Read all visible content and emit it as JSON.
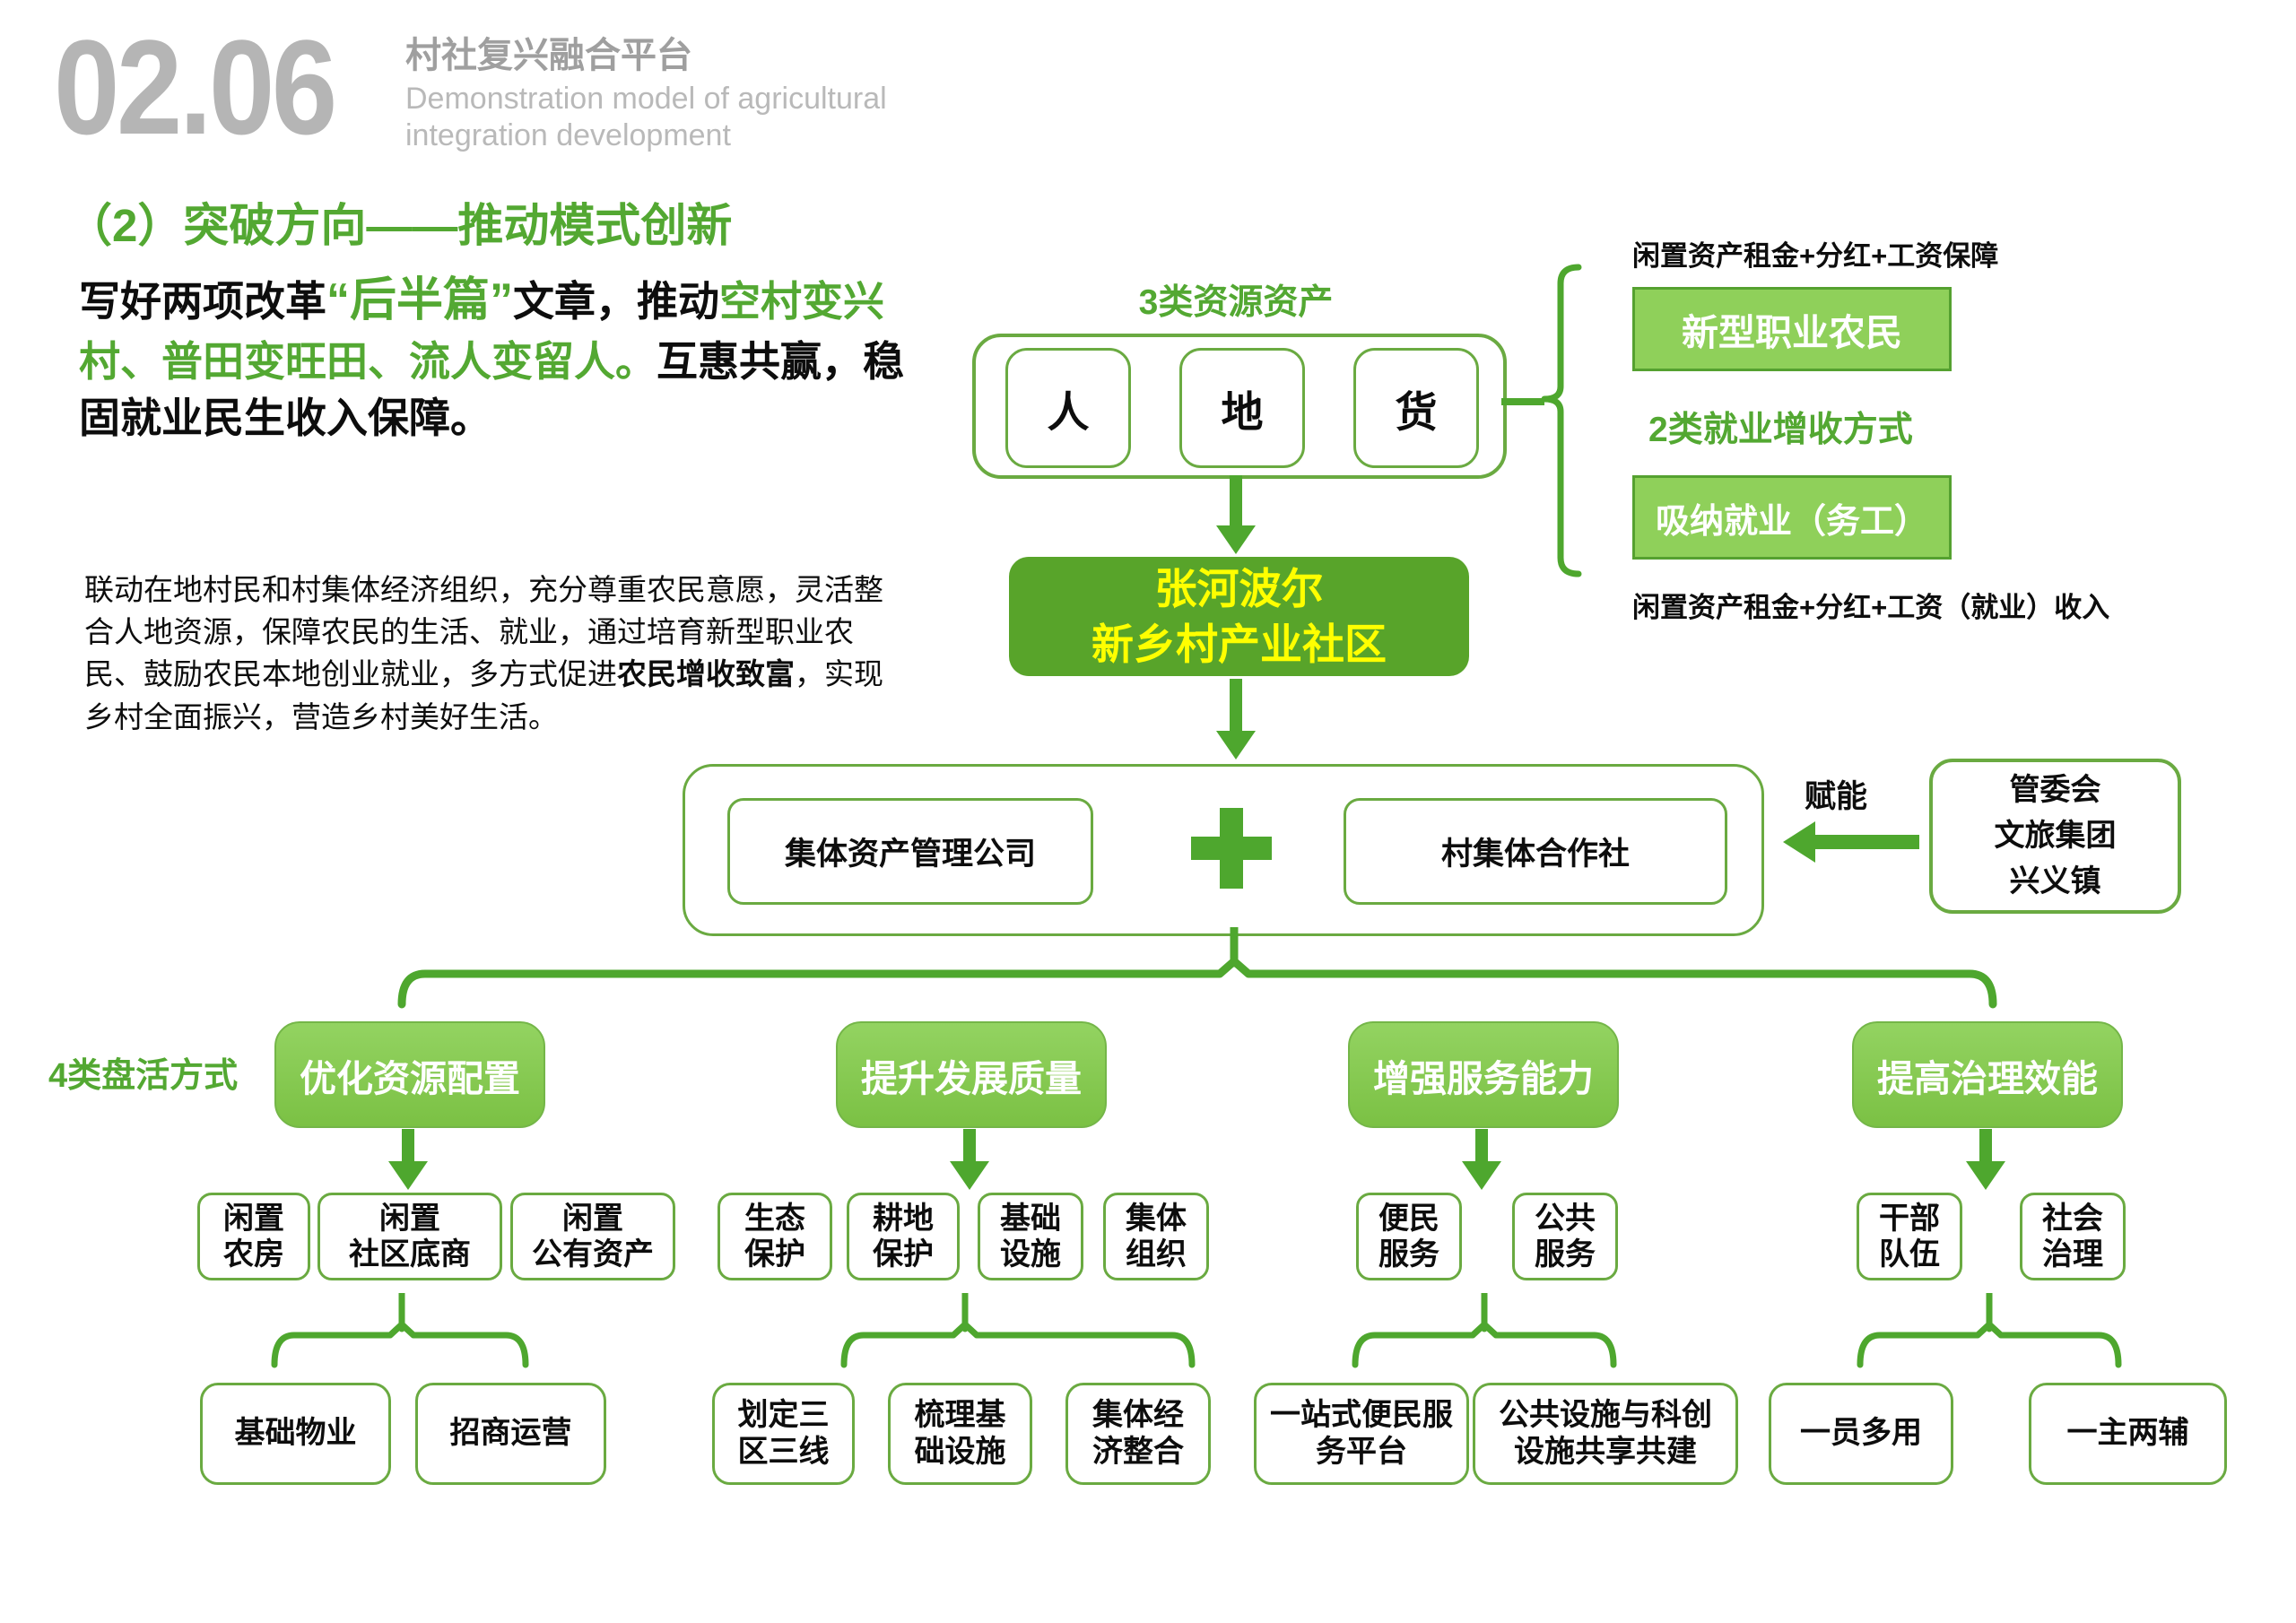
{
  "header": {
    "number": "02.06",
    "title_zh": "村社复兴融合平台",
    "title_en_1": "Demonstration model of agricultural",
    "title_en_2": "integration development"
  },
  "intro": {
    "heading": "（2）突破方向——推动模式创新",
    "para1": {
      "s1": "写好两项改革",
      "s2": "“后半篇”",
      "s3": "文章，推动",
      "s4": "空村变兴村、普田变旺田、流人变留人。",
      "s5": "互惠共赢，稳固就业民生收入保障。"
    },
    "para2": {
      "pre": "联动在地村民和村集体经济组织，充分尊重农民意愿，灵活整合人地资源，保障农民的生活、就业，通过培育新型职业农民、鼓励农民本地创业就业，多方式促进",
      "bold": "农民增收致富",
      "post": "，实现乡村全面振兴，营造乡村美好生活。"
    }
  },
  "flow": {
    "assets_label": "3类资源资产",
    "assets": [
      "人",
      "地",
      "货"
    ],
    "community": {
      "line1": "张河波尔",
      "line2": "新乡村产业社区"
    },
    "partnership": {
      "left": "集体资产管理公司",
      "right": "村集体合作社"
    },
    "empower_label": "赋能",
    "government": {
      "line1": "管委会",
      "line2": "文旅集团",
      "line3": "兴义镇"
    }
  },
  "income_panel": {
    "top_label": "闲置资产租金+分红+工资保障",
    "farmer_box": "新型职业农民",
    "middle_label": "2类就业增收方式",
    "employment_box": "吸纳就业（务工）",
    "bottom_label": "闲置资产租金+分红+工资（就业）收入"
  },
  "activation": {
    "side_label": "4类盘活方式",
    "groups": [
      {
        "header": "优化资源配置",
        "items": [
          {
            "l1": "闲置",
            "l2": "农房"
          },
          {
            "l1": "闲置",
            "l2": "社区底商"
          },
          {
            "l1": "闲置",
            "l2": "公有资产"
          }
        ],
        "outcomes": [
          {
            "l1": "基础物业",
            "l2": ""
          },
          {
            "l1": "招商运营",
            "l2": ""
          }
        ]
      },
      {
        "header": "提升发展质量",
        "items": [
          {
            "l1": "生态",
            "l2": "保护"
          },
          {
            "l1": "耕地",
            "l2": "保护"
          },
          {
            "l1": "基础",
            "l2": "设施"
          },
          {
            "l1": "集体",
            "l2": "组织"
          }
        ],
        "outcomes": [
          {
            "l1": "划定三",
            "l2": "区三线"
          },
          {
            "l1": "梳理基",
            "l2": "础设施"
          },
          {
            "l1": "集体经",
            "l2": "济整合"
          }
        ]
      },
      {
        "header": "增强服务能力",
        "items": [
          {
            "l1": "便民",
            "l2": "服务"
          },
          {
            "l1": "公共",
            "l2": "服务"
          }
        ],
        "outcomes": [
          {
            "l1": "一站式便民服",
            "l2": "务平台"
          },
          {
            "l1": "公共设施与科创",
            "l2": "设施共享共建"
          }
        ]
      },
      {
        "header": "提高治理效能",
        "items": [
          {
            "l1": "干部",
            "l2": "队伍"
          },
          {
            "l1": "社会",
            "l2": "治理"
          }
        ],
        "outcomes": [
          {
            "l1": "一员多用",
            "l2": ""
          },
          {
            "l1": "一主两辅",
            "l2": ""
          }
        ]
      }
    ]
  },
  "colors": {
    "accent_green": "#4ea72e",
    "border_green": "#6aaa41",
    "fill_light_green": "#8fd05a",
    "fill_dark_green": "#58a42a",
    "text_green": "#53a832",
    "header_gray": "#b5b5b5",
    "highlight_yellow": "#ffff00"
  }
}
